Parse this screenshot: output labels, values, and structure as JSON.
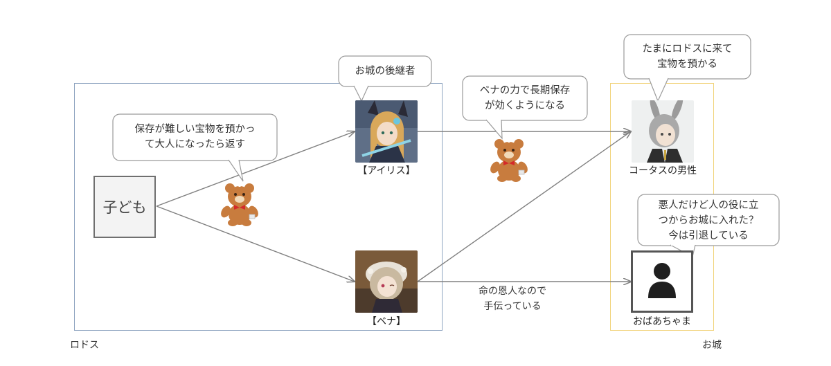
{
  "regions": {
    "rhodes": "ロドス",
    "castle": "お城"
  },
  "nodes": {
    "child": "子ども",
    "iris": "【アイリス】",
    "bena": "【ベナ】",
    "kotas": "コータスの男性",
    "obaachan": "おばあちゃま"
  },
  "bubbles": {
    "child": [
      "保存が難しい宝物を預かっ",
      "て大人になったら返す"
    ],
    "iris": [
      "お城の後継者"
    ],
    "bena_power": [
      "ベナの力で長期保存",
      "が効くようになる"
    ],
    "kotas": [
      "たまにロドスに来て",
      "宝物を預かる"
    ],
    "obaachan": [
      "悪人だけど人の役に立",
      "つからお城に入れた？",
      "今は引退している"
    ]
  },
  "edge_labels": {
    "bena_to_obaachan": [
      "命の恩人なので",
      "手伝っている"
    ]
  },
  "icons": {
    "teddy": "teddy-bear-icon",
    "person": "person-silhouette-icon"
  },
  "colors": {
    "rhodes_border": "#8ea4c0",
    "castle_border": "#f1d37a",
    "arrow": "#808080",
    "bear": "#c87c3e",
    "ribbon": "#d42a2a"
  }
}
